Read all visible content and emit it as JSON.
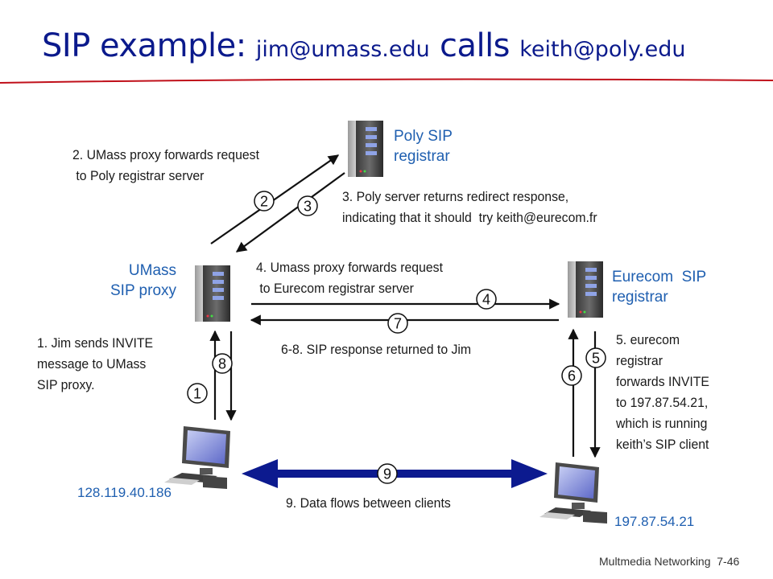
{
  "title": {
    "part1": "SIP example: ",
    "part2": "jim@umass.edu",
    "part3": " calls ",
    "part4": "keith@poly.edu"
  },
  "nodes": {
    "poly_registrar": "Poly SIP\nregistrar",
    "umass_proxy": "UMass\nSIP proxy",
    "eurecom_registrar": "Eurecom  SIP\nregistrar",
    "jim_ip": "128.119.40.186",
    "keith_ip": "197.87.54.21"
  },
  "annotations": {
    "step1": "1. Jim sends INVITE\nmessage to UMass\nSIP proxy.",
    "step2": "2. UMass proxy forwards request\n to Poly registrar server",
    "step3": "3. Poly server returns redirect response,\nindicating that it should  try keith@eurecom.fr",
    "step4": "4. Umass proxy forwards request\n to Eurecom registrar server",
    "step5": "5. eurecom\nregistrar\nforwards INVITE\nto 197.87.54.21,\nwhich is running\nkeith’s SIP client",
    "step68": "6-8. SIP response returned to Jim",
    "step9": "9. Data flows between clients"
  },
  "step_numbers": [
    "1",
    "2",
    "3",
    "4",
    "5",
    "6",
    "7",
    "8",
    "9"
  ],
  "footer": "Multmedia Networking  7-46",
  "colors": {
    "title": "#0b1a8c",
    "label_blue": "#1f5fb0",
    "data_arrow": "#0c1a8f",
    "rule": "#c0101a"
  }
}
